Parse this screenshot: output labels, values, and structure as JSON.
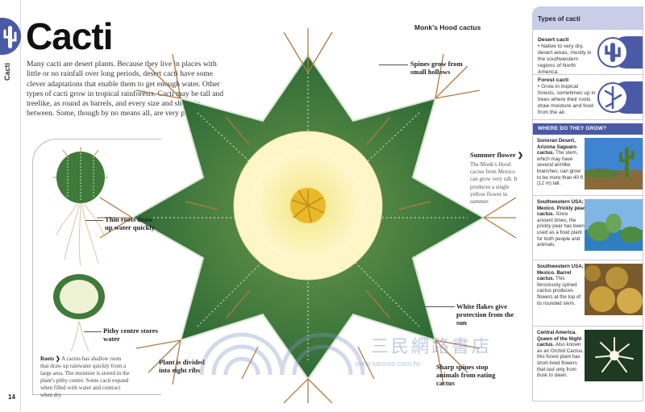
{
  "page": {
    "section_tab": "Cacti",
    "page_number": "14",
    "title": "Cacti",
    "intro": "Many cacti are desert plants. Because they live in places with little or no rainfall over long periods, desert cacti have some clever adaptations that enable them to get enough water. Other types of cacti grow in tropical rainforests. Cacti may be tall and treelike, as round as barrels, and every size and shape in between. Some, though by no means all, are very prickly."
  },
  "main_image": {
    "label": "Monk's Hood cactus",
    "callouts": {
      "spines": "Spines grow from small hollows",
      "flakes": "White flakes give protection from the sun",
      "sharp": "Sharp spines stop animals from eating cactus",
      "ribs": "Plant is divided into eight ribs"
    },
    "summer_title": "Summer flower",
    "summer_arrow": "❯",
    "summer_text": "The Monk's Hood cactus from Mexico can grow very tall. It produces a single yellow flower in summer."
  },
  "roots": {
    "callout_roots": "Thin roots draw up water quickly",
    "callout_pithy": "Pithy centre stores water",
    "note_title": "Roots",
    "note_arrow": "❯",
    "note_text": "A cactus has shallow roots that draw up rainwater quickly from a large area. The moisture is stored in the plant's pithy centre. Some cacti expand when filled with water and contract when dry"
  },
  "sidebar": {
    "types_title": "Types of cacti",
    "types": [
      {
        "name": "Desert cacti",
        "text": "• Native to very dry, desert areas, mostly in the southwestern regions of North America.",
        "icon": "saguaro-icon"
      },
      {
        "name": "Forest cacti",
        "text": "• Grow in tropical forests, sometimes up in trees where their roots draw moisture and food from the air.",
        "icon": "forest-cactus-icon"
      }
    ],
    "grow_title": "WHERE DO THEY GROW?",
    "grow": [
      {
        "place": "Sonoran Desert, Arizona",
        "name": "Saguaro cactus.",
        "text": "The stem, which may have several armlike branches, can grow to be more than 40 ft (12 m) tall."
      },
      {
        "place": "Southwestern USA; Mexico.",
        "name": "Prickly pear cactus.",
        "text": "Since ancient times, the prickly pear has been used as a food plant for both people and animals."
      },
      {
        "place": "Southwestern USA; Mexico.",
        "name": "Barrel cactus.",
        "text": "This ferociously spined cactus produces flowers at the top of its rounded stem."
      },
      {
        "place": "Central America.",
        "name": "Queen of the Night cactus.",
        "text": "Also known as an Orchid Cactus, this forest plant has short-lived flowers that last only from dusk to dawn."
      }
    ]
  },
  "watermark": {
    "chinese": "三民網路書店",
    "url": "www.sanmin.com.tw"
  },
  "colors": {
    "accent_blue": "#4b5aa6",
    "light_blue": "#c9cde8",
    "cactus_green": "#3f7a3a",
    "flower_yellow": "#f7ec9c"
  }
}
